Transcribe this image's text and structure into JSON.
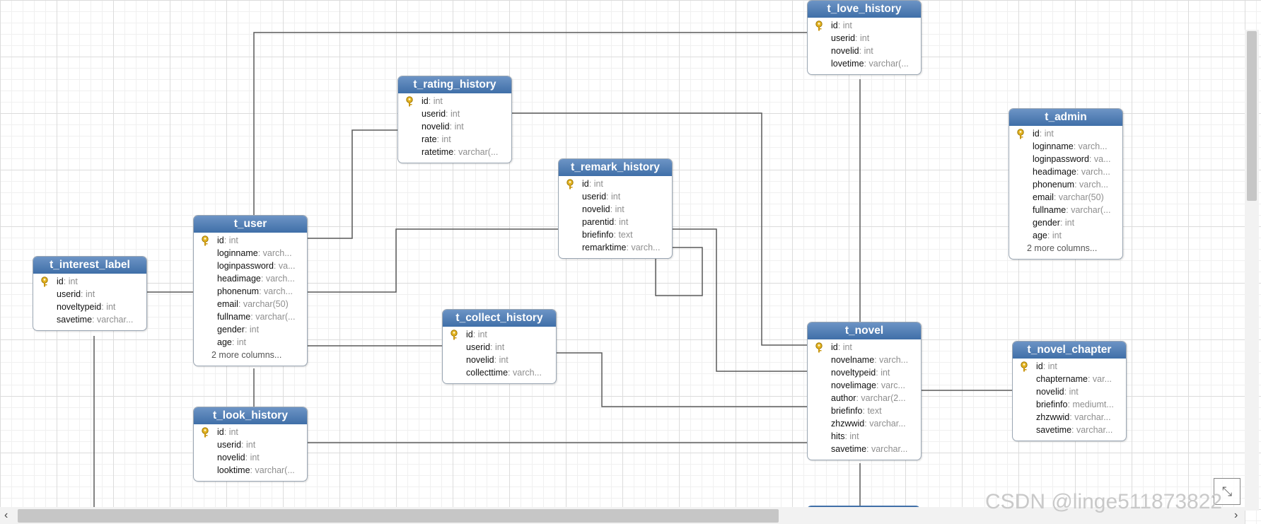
{
  "entities": [
    {
      "name": "t_love_history",
      "fields": [
        {
          "n": "id",
          "t": "int",
          "key": true
        },
        {
          "n": "userid",
          "t": "int"
        },
        {
          "n": "novelid",
          "t": "int"
        },
        {
          "n": "lovetime",
          "t": "varchar(..."
        }
      ]
    },
    {
      "name": "t_rating_history",
      "fields": [
        {
          "n": "id",
          "t": "int",
          "key": true
        },
        {
          "n": "userid",
          "t": "int"
        },
        {
          "n": "novelid",
          "t": "int"
        },
        {
          "n": "rate",
          "t": "int"
        },
        {
          "n": "ratetime",
          "t": "varchar(..."
        }
      ]
    },
    {
      "name": "t_admin",
      "fields": [
        {
          "n": "id",
          "t": "int",
          "key": true
        },
        {
          "n": "loginname",
          "t": "varch..."
        },
        {
          "n": "loginpassword",
          "t": "va..."
        },
        {
          "n": "headimage",
          "t": "varch..."
        },
        {
          "n": "phonenum",
          "t": "varch..."
        },
        {
          "n": "email",
          "t": "varchar(50)"
        },
        {
          "n": "fullname",
          "t": "varchar(..."
        },
        {
          "n": "gender",
          "t": "int"
        },
        {
          "n": "age",
          "t": "int"
        }
      ],
      "more": "2 more columns..."
    },
    {
      "name": "t_remark_history",
      "fields": [
        {
          "n": "id",
          "t": "int",
          "key": true
        },
        {
          "n": "userid",
          "t": "int"
        },
        {
          "n": "novelid",
          "t": "int"
        },
        {
          "n": "parentid",
          "t": "int"
        },
        {
          "n": "briefinfo",
          "t": "text"
        },
        {
          "n": "remarktime",
          "t": "varch..."
        }
      ]
    },
    {
      "name": "t_user",
      "fields": [
        {
          "n": "id",
          "t": "int",
          "key": true
        },
        {
          "n": "loginname",
          "t": "varch..."
        },
        {
          "n": "loginpassword",
          "t": "va..."
        },
        {
          "n": "headimage",
          "t": "varch..."
        },
        {
          "n": "phonenum",
          "t": "varch..."
        },
        {
          "n": "email",
          "t": "varchar(50)"
        },
        {
          "n": "fullname",
          "t": "varchar(..."
        },
        {
          "n": "gender",
          "t": "int"
        },
        {
          "n": "age",
          "t": "int"
        }
      ],
      "more": "2 more columns..."
    },
    {
      "name": "t_interest_label",
      "fields": [
        {
          "n": "id",
          "t": "int",
          "key": true
        },
        {
          "n": "userid",
          "t": "int"
        },
        {
          "n": "noveltypeid",
          "t": "int"
        },
        {
          "n": "savetime",
          "t": "varchar..."
        }
      ]
    },
    {
      "name": "t_collect_history",
      "fields": [
        {
          "n": "id",
          "t": "int",
          "key": true
        },
        {
          "n": "userid",
          "t": "int"
        },
        {
          "n": "novelid",
          "t": "int"
        },
        {
          "n": "collecttime",
          "t": "varch..."
        }
      ]
    },
    {
      "name": "t_novel",
      "fields": [
        {
          "n": "id",
          "t": "int",
          "key": true
        },
        {
          "n": "novelname",
          "t": "varch..."
        },
        {
          "n": "noveltypeid",
          "t": "int"
        },
        {
          "n": "novelimage",
          "t": "varc..."
        },
        {
          "n": "author",
          "t": "varchar(2..."
        },
        {
          "n": "briefinfo",
          "t": "text"
        },
        {
          "n": "zhzwwid",
          "t": "varchar..."
        },
        {
          "n": "hits",
          "t": "int"
        },
        {
          "n": "savetime",
          "t": "varchar..."
        }
      ]
    },
    {
      "name": "t_novel_chapter",
      "fields": [
        {
          "n": "id",
          "t": "int",
          "key": true
        },
        {
          "n": "chaptername",
          "t": "var..."
        },
        {
          "n": "novelid",
          "t": "int"
        },
        {
          "n": "briefinfo",
          "t": "mediumt..."
        },
        {
          "n": "zhzwwid",
          "t": "varchar..."
        },
        {
          "n": "savetime",
          "t": "varchar..."
        }
      ]
    },
    {
      "name": "t_look_history",
      "fields": [
        {
          "n": "id",
          "t": "int",
          "key": true
        },
        {
          "n": "userid",
          "t": "int"
        },
        {
          "n": "novelid",
          "t": "int"
        },
        {
          "n": "looktime",
          "t": "varchar(..."
        }
      ]
    }
  ],
  "ui": {
    "scroll_left": "‹",
    "scroll_right": "›",
    "resize_glyph": "⤡",
    "watermark": "CSDN @linge511873822"
  }
}
